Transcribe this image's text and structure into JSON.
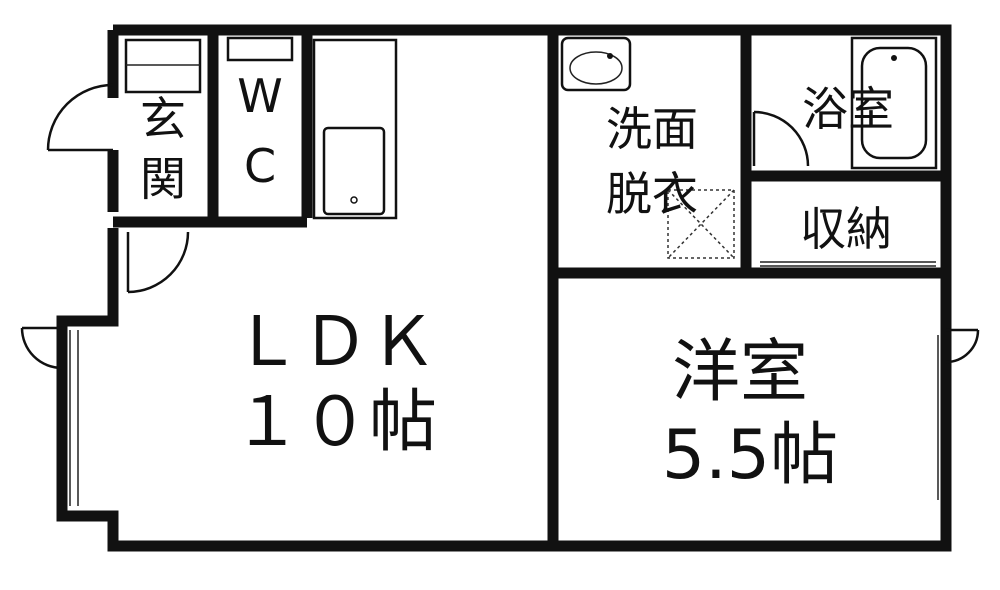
{
  "rooms": {
    "entrance": {
      "label_top": "玄",
      "label_bottom": "関"
    },
    "wc": {
      "label_top": "W",
      "label_bottom": "C"
    },
    "ldk": {
      "label_top": "ＬＤＫ",
      "label_bottom": "１０帖"
    },
    "washroom": {
      "label_top": "洗面",
      "label_bottom": "脱衣"
    },
    "bath": {
      "label": "浴室"
    },
    "storage": {
      "label": "収納"
    },
    "western": {
      "label_top": "洋室",
      "label_bottom": "5.5帖"
    }
  },
  "colors": {
    "wall": "#111111",
    "background": "#ffffff"
  }
}
